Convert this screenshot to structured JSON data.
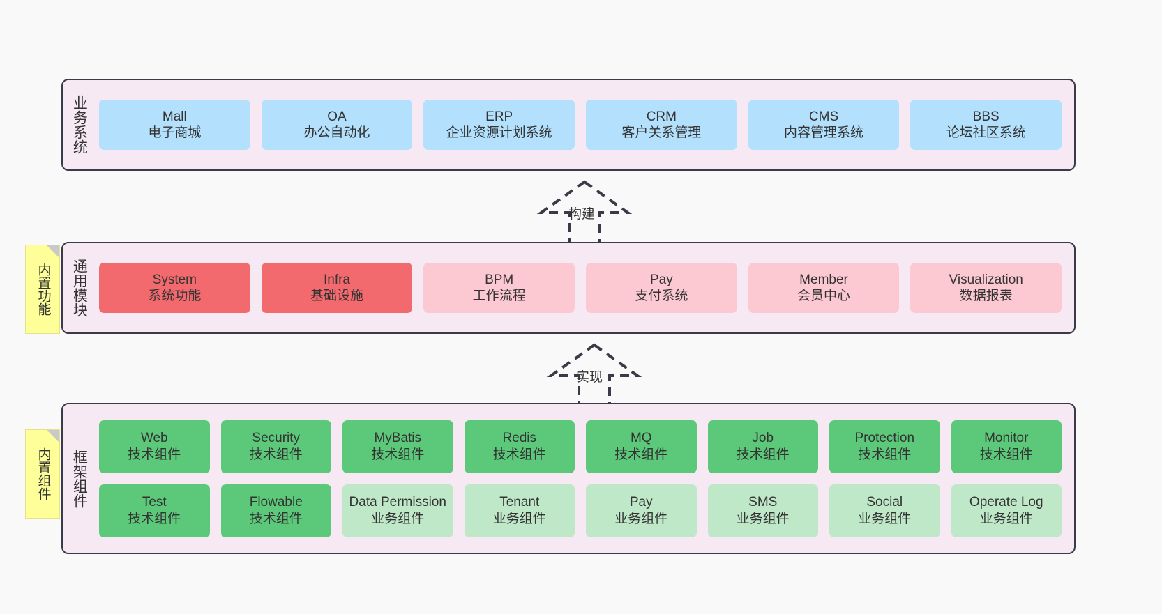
{
  "diagram": {
    "title_hidden": "",
    "colors": {
      "canvas": "#f9f9f9",
      "layer_bg": "#f7e9f4",
      "layer_border": "#3b3b47",
      "business_box": "#b3e0fc",
      "module_primary": "#f2696e",
      "module_secondary": "#fcc9d2",
      "component_tech": "#5cc97a",
      "component_biz": "#bfe8c9",
      "note_bg": "#ffff99",
      "note_fold": "#c9c9c9"
    }
  },
  "notes": [
    {
      "name": "built-in-features",
      "label": "内置功能"
    },
    {
      "name": "built-in-components",
      "label": "内置组件"
    }
  ],
  "arrows": [
    {
      "name": "build",
      "label": "构建",
      "style": "dashed-generalization",
      "direction": "up"
    },
    {
      "name": "implement",
      "label": "实现",
      "style": "dashed-generalization",
      "direction": "up"
    }
  ],
  "layers": [
    {
      "name": "business-systems",
      "title": "业务系统",
      "rows": [
        {
          "cells": [
            {
              "en": "Mall",
              "cn": "电子商城"
            },
            {
              "en": "OA",
              "cn": "办公自动化"
            },
            {
              "en": "ERP",
              "cn": "企业资源计划系统"
            },
            {
              "en": "CRM",
              "cn": "客户关系管理"
            },
            {
              "en": "CMS",
              "cn": "内容管理系统"
            },
            {
              "en": "BBS",
              "cn": "论坛社区系统"
            }
          ]
        }
      ]
    },
    {
      "name": "common-modules",
      "title": "通用模块",
      "rows": [
        {
          "cells": [
            {
              "en": "System",
              "cn": "系统功能"
            },
            {
              "en": "Infra",
              "cn": "基础设施"
            },
            {
              "en": "BPM",
              "cn": "工作流程"
            },
            {
              "en": "Pay",
              "cn": "支付系统"
            },
            {
              "en": "Member",
              "cn": "会员中心"
            },
            {
              "en": "Visualization",
              "cn": "数据报表"
            }
          ]
        }
      ]
    },
    {
      "name": "framework-components",
      "title": "框架组件",
      "rows": [
        {
          "cells": [
            {
              "en": "Web",
              "cn": "技术组件"
            },
            {
              "en": "Security",
              "cn": "技术组件"
            },
            {
              "en": "MyBatis",
              "cn": "技术组件"
            },
            {
              "en": "Redis",
              "cn": "技术组件"
            },
            {
              "en": "MQ",
              "cn": "技术组件"
            },
            {
              "en": "Job",
              "cn": "技术组件"
            },
            {
              "en": "Protection",
              "cn": "技术组件"
            },
            {
              "en": "Monitor",
              "cn": "技术组件"
            }
          ]
        },
        {
          "cells": [
            {
              "en": "Test",
              "cn": "技术组件"
            },
            {
              "en": "Flowable",
              "cn": "技术组件"
            },
            {
              "en": "Data Permission",
              "cn": "业务组件"
            },
            {
              "en": "Tenant",
              "cn": "业务组件"
            },
            {
              "en": "Pay",
              "cn": "业务组件"
            },
            {
              "en": "SMS",
              "cn": "业务组件"
            },
            {
              "en": "Social",
              "cn": "业务组件"
            },
            {
              "en": "Operate Log",
              "cn": "业务组件"
            }
          ]
        }
      ]
    }
  ]
}
